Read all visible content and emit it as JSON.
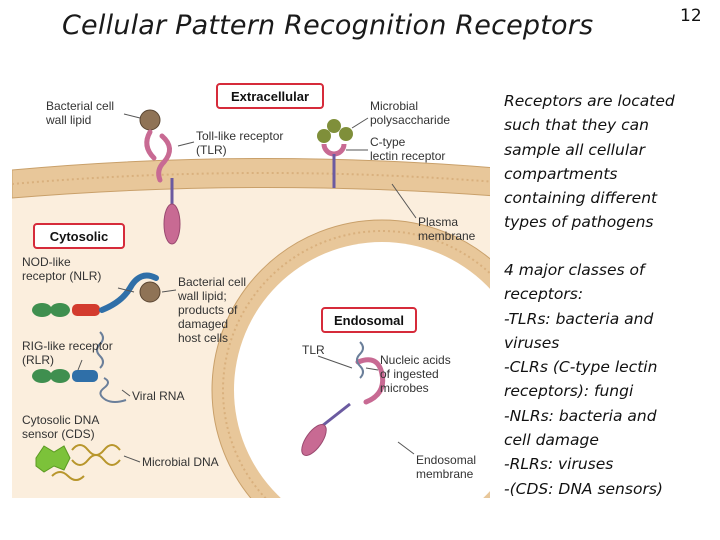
{
  "slide": {
    "title": "Cellular Pattern Recognition Receptors",
    "number": "12"
  },
  "diagram": {
    "boxes": {
      "extracellular": "Extracellular",
      "cytosolic": "Cytosolic",
      "endosomal": "Endosomal"
    },
    "labels": {
      "bacterial_lipid_line1": "Bacterial cell",
      "bacterial_lipid_line2": "wall lipid",
      "tlr_line1": "Toll-like receptor",
      "tlr_line2": "(TLR)",
      "microbial_poly_line1": "Microbial",
      "microbial_poly_line2": "polysaccharide",
      "clr_line1": "C-type",
      "clr_line2": "lectin receptor",
      "plasma_line1": "Plasma",
      "plasma_line2": "membrane",
      "nlr_line1": "NOD-like",
      "nlr_line2": "receptor (NLR)",
      "damaged_line1": "Bacterial cell",
      "damaged_line2": "wall lipid;",
      "damaged_line3": "products of",
      "damaged_line4": "damaged",
      "damaged_line5": "host cells",
      "rlr_line1": "RIG-like receptor",
      "rlr_line2": "(RLR)",
      "viral_rna": "Viral RNA",
      "cds_line1": "Cytosolic DNA",
      "cds_line2": "sensor (CDS)",
      "microbial_dna": "Microbial DNA",
      "tlr_endo": "TLR",
      "nucleic_line1": "Nucleic acids",
      "nucleic_line2": "of ingested",
      "nucleic_line3": "microbes",
      "endo_mem_line1": "Endosomal",
      "endo_mem_line2": "membrane"
    },
    "colors": {
      "membrane": "#e8c79a",
      "cytosol": "#fbeedd",
      "receptor": "#c86a93",
      "box_border": "#d62b3a",
      "lipid": "#8f7356",
      "polysaccharide": "#7f8f3a",
      "nlr_green": "#3f8f4f",
      "nlr_red": "#d33b2e",
      "nlr_blue": "#2f6fa8",
      "cds_green": "#7cc23a",
      "dna": "#b8962c"
    }
  },
  "side_text": {
    "paragraph1": "Receptors are located\nsuch that they can\nsample all cellular\ncompartments\ncontaining different\ntypes of pathogens",
    "paragraph2": "4 major classes of\nreceptors:\n-TLRs: bacteria and\nviruses\n-CLRs (C-type lectin\nreceptors): fungi\n-NLRs: bacteria and\ncell damage\n-RLRs: viruses\n-(CDS: DNA sensors)"
  }
}
